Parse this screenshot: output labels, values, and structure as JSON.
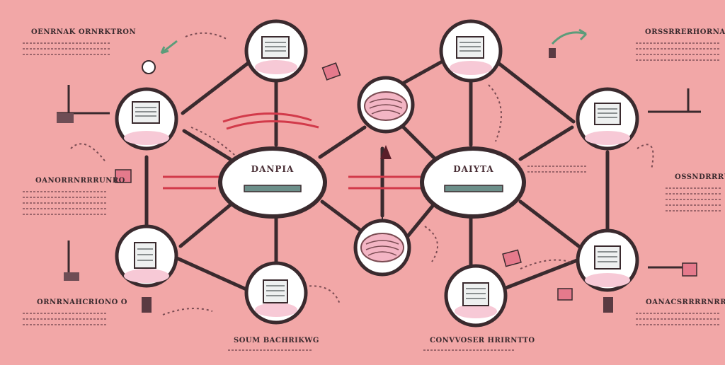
{
  "labels": {
    "top_left": "OENRNAK ORNRKTRON",
    "top_right": "ORSSRRERHORNARNIN",
    "mid_left": "OANORRNRRRUNRO",
    "mid_right": "OSSNDRRRUIA",
    "bottom_left": "ORNRNAHCRIONO O",
    "bottom_right": "OANACSRRRRNRRR",
    "bottom_center_left": "SOUM BACHRIKWG",
    "bottom_center_right": "CONVVOSER HRIRNTTO"
  },
  "hubs": {
    "left": "DANPIA",
    "right": "DAIYTA"
  },
  "colors": {
    "background": "#f2a7a7",
    "line": "#3a2a2e",
    "accent_red": "#d23a4a",
    "node_fill": "#ffffff",
    "node_pink": "#f7c9d6",
    "screen_teal": "#6c8f8a"
  }
}
